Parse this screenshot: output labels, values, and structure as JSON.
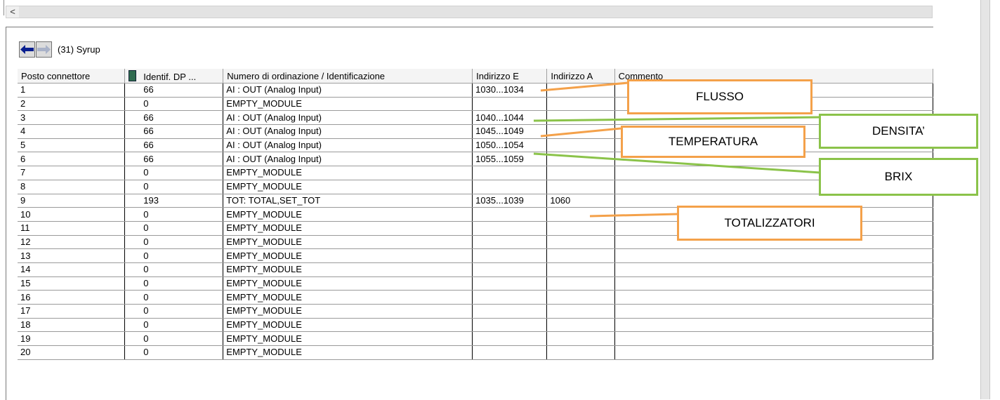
{
  "scroll": {
    "left_arrow": "<"
  },
  "nav": {
    "title": "(31)  Syrup"
  },
  "table": {
    "headers": [
      "Posto connettore",
      "Identif. DP ...",
      "Numero di ordinazione / Identificazione",
      "Indirizzo E",
      "Indirizzo A",
      "Commento"
    ],
    "rows": [
      {
        "slot": "1",
        "id": "66",
        "order": "AI : OUT (Analog Input)",
        "e": "1030...1034",
        "a": "",
        "c": ""
      },
      {
        "slot": "2",
        "id": "0",
        "order": "EMPTY_MODULE",
        "e": "",
        "a": "",
        "c": ""
      },
      {
        "slot": "3",
        "id": "66",
        "order": "AI : OUT (Analog Input)",
        "e": "1040...1044",
        "a": "",
        "c": ""
      },
      {
        "slot": "4",
        "id": "66",
        "order": "AI : OUT (Analog Input)",
        "e": "1045...1049",
        "a": "",
        "c": ""
      },
      {
        "slot": "5",
        "id": "66",
        "order": "AI : OUT (Analog Input)",
        "e": "1050...1054",
        "a": "",
        "c": ""
      },
      {
        "slot": "6",
        "id": "66",
        "order": "AI : OUT (Analog Input)",
        "e": "1055...1059",
        "a": "",
        "c": ""
      },
      {
        "slot": "7",
        "id": "0",
        "order": "EMPTY_MODULE",
        "e": "",
        "a": "",
        "c": ""
      },
      {
        "slot": "8",
        "id": "0",
        "order": "EMPTY_MODULE",
        "e": "",
        "a": "",
        "c": ""
      },
      {
        "slot": "9",
        "id": "193",
        "order": "TOT: TOTAL,SET_TOT",
        "e": "1035...1039",
        "a": "1060",
        "c": ""
      },
      {
        "slot": "10",
        "id": "0",
        "order": "EMPTY_MODULE",
        "e": "",
        "a": "",
        "c": ""
      },
      {
        "slot": "11",
        "id": "0",
        "order": "EMPTY_MODULE",
        "e": "",
        "a": "",
        "c": ""
      },
      {
        "slot": "12",
        "id": "0",
        "order": "EMPTY_MODULE",
        "e": "",
        "a": "",
        "c": ""
      },
      {
        "slot": "13",
        "id": "0",
        "order": "EMPTY_MODULE",
        "e": "",
        "a": "",
        "c": ""
      },
      {
        "slot": "14",
        "id": "0",
        "order": "EMPTY_MODULE",
        "e": "",
        "a": "",
        "c": ""
      },
      {
        "slot": "15",
        "id": "0",
        "order": "EMPTY_MODULE",
        "e": "",
        "a": "",
        "c": ""
      },
      {
        "slot": "16",
        "id": "0",
        "order": "EMPTY_MODULE",
        "e": "",
        "a": "",
        "c": ""
      },
      {
        "slot": "17",
        "id": "0",
        "order": "EMPTY_MODULE",
        "e": "",
        "a": "",
        "c": ""
      },
      {
        "slot": "18",
        "id": "0",
        "order": "EMPTY_MODULE",
        "e": "",
        "a": "",
        "c": ""
      },
      {
        "slot": "19",
        "id": "0",
        "order": "EMPTY_MODULE",
        "e": "",
        "a": "",
        "c": ""
      },
      {
        "slot": "20",
        "id": "0",
        "order": "EMPTY_MODULE",
        "e": "",
        "a": "",
        "c": ""
      }
    ]
  },
  "callouts": {
    "flusso": "FLUSSO",
    "densita": "DENSITA’",
    "temperatura": "TEMPERATURA",
    "brix": "BRIX",
    "totalizzatori": "TOTALIZZATORI"
  },
  "colors": {
    "orange": "#f4a14a",
    "green": "#8bc34a",
    "back_arrow": "#0a1f8f",
    "forward_arrow": "#a9b2c8"
  }
}
